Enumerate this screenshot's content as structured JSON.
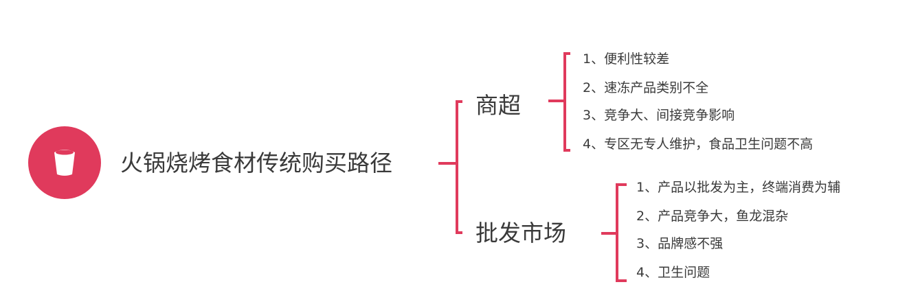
{
  "root": {
    "title": "火锅烧烤食材传统购买路径",
    "icon": "cup-icon",
    "color": "#e03a5c"
  },
  "branches": [
    {
      "label": "商超",
      "items": [
        "1、便利性较差",
        "2、速冻产品类别不全",
        "3、竞争大、间接竞争影响",
        "4、专区无专人维护，食品卫生问题不高"
      ]
    },
    {
      "label": "批发市场",
      "items": [
        "1、产品以批发为主，终端消费为辅",
        "2、产品竞争大，鱼龙混杂",
        "3、品牌感不强",
        "4、卫生问题"
      ]
    }
  ]
}
